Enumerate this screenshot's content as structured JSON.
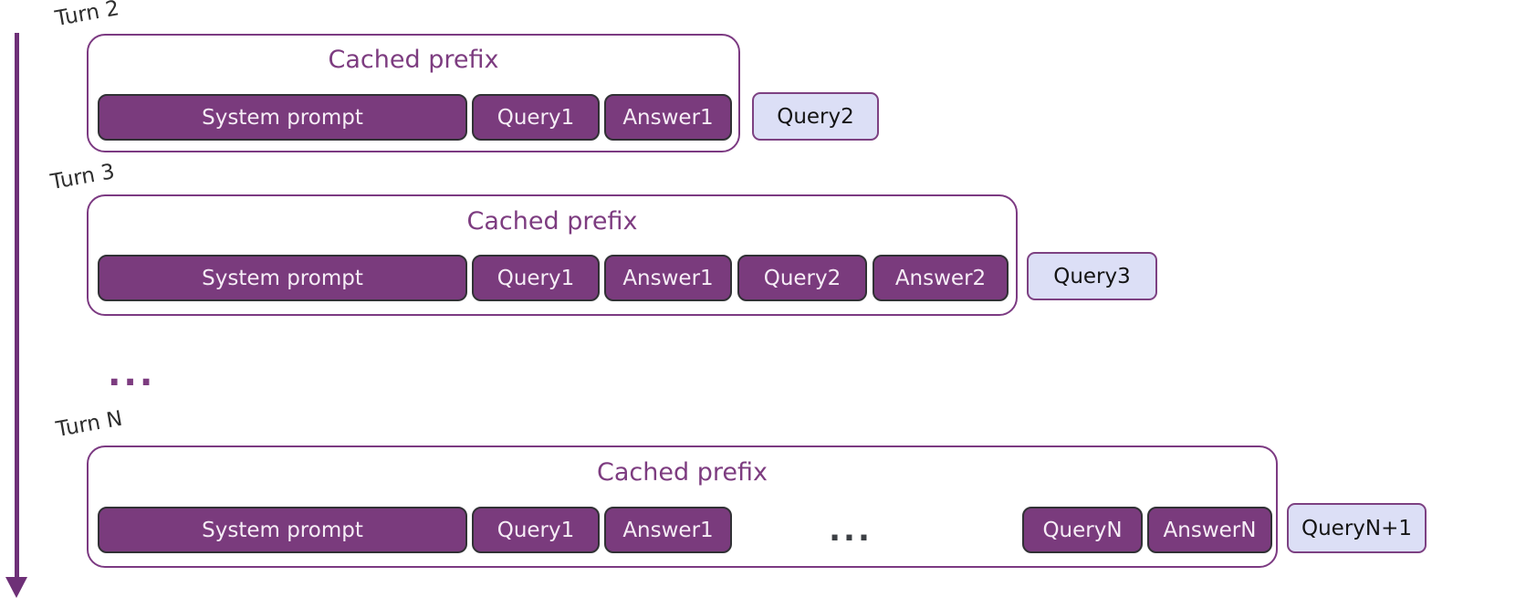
{
  "rows": [
    {
      "turn": "Turn 2",
      "cached_label": "Cached prefix",
      "blocks": [
        "System prompt",
        "Query1",
        "Answer1"
      ],
      "new_query": "Query2"
    },
    {
      "turn": "Turn 3",
      "cached_label": "Cached prefix",
      "blocks": [
        "System prompt",
        "Query1",
        "Answer1",
        "Query2",
        "Answer2"
      ],
      "new_query": "Query3"
    },
    {
      "turn": "Turn N",
      "cached_label": "Cached prefix",
      "blocks": [
        "System prompt",
        "Query1",
        "Answer1",
        "...",
        "QueryN",
        "AnswerN"
      ],
      "new_query": "QueryN+1"
    }
  ],
  "ellipsis_between_rows": "...",
  "colors": {
    "block_fill": "#7a3b7d",
    "block_border": "#313135",
    "light_fill": "#dcdff6",
    "light_border": "#7d4182",
    "container_border": "#7c3a82",
    "accent_text": "#7d3c80",
    "arrow": "#6e3077",
    "ellipsis_dark": "#3d4045",
    "turn_label": "#2d2d2d"
  }
}
